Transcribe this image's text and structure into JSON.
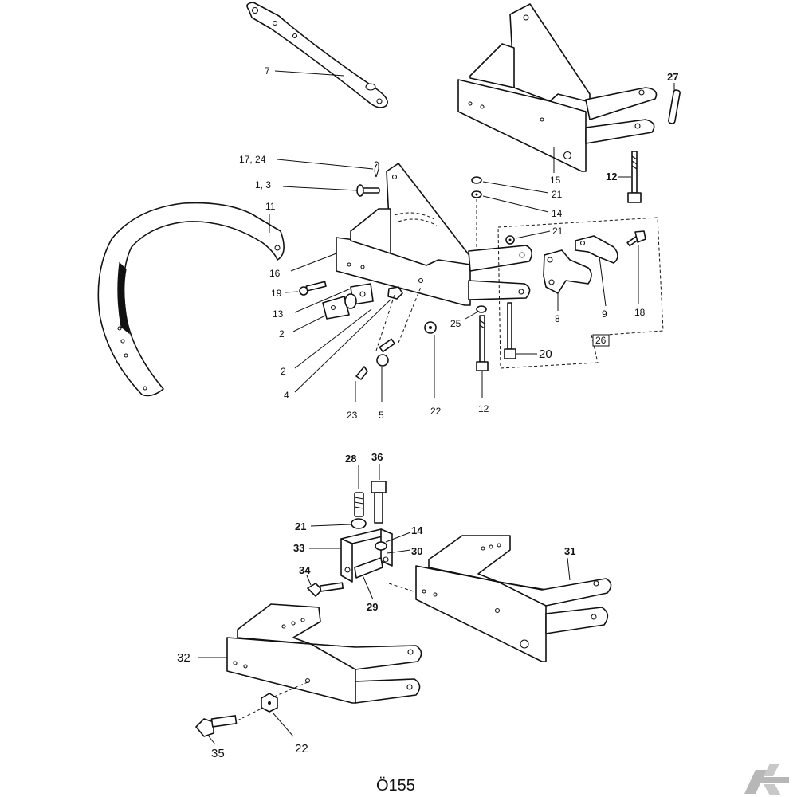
{
  "diagram": {
    "reference": "Ö155",
    "box_label": "26",
    "labels": {
      "p7": "7",
      "p27": "27",
      "p15": "15",
      "p12a": "12",
      "p17_24": "17, 24",
      "p1_3": "1, 3",
      "p11": "11",
      "p21a": "21",
      "p14a": "14",
      "p21b": "21",
      "p16": "16",
      "p19": "19",
      "p13": "13",
      "p2a": "2",
      "p2b": "2",
      "p4": "4",
      "p25": "25",
      "p8": "8",
      "p9": "9",
      "p18": "18",
      "p20": "20",
      "p23": "23",
      "p5": "5",
      "p22a": "22",
      "p12b": "12",
      "p28": "28",
      "p36": "36",
      "p21c": "21",
      "p14b": "14",
      "p33": "33",
      "p30": "30",
      "p34": "34",
      "p29": "29",
      "p31": "31",
      "p32": "32",
      "p35": "35",
      "p22b": "22"
    },
    "colors": {
      "line": "#111111",
      "background": "#ffffff",
      "logo": "#b7b7b7"
    }
  }
}
